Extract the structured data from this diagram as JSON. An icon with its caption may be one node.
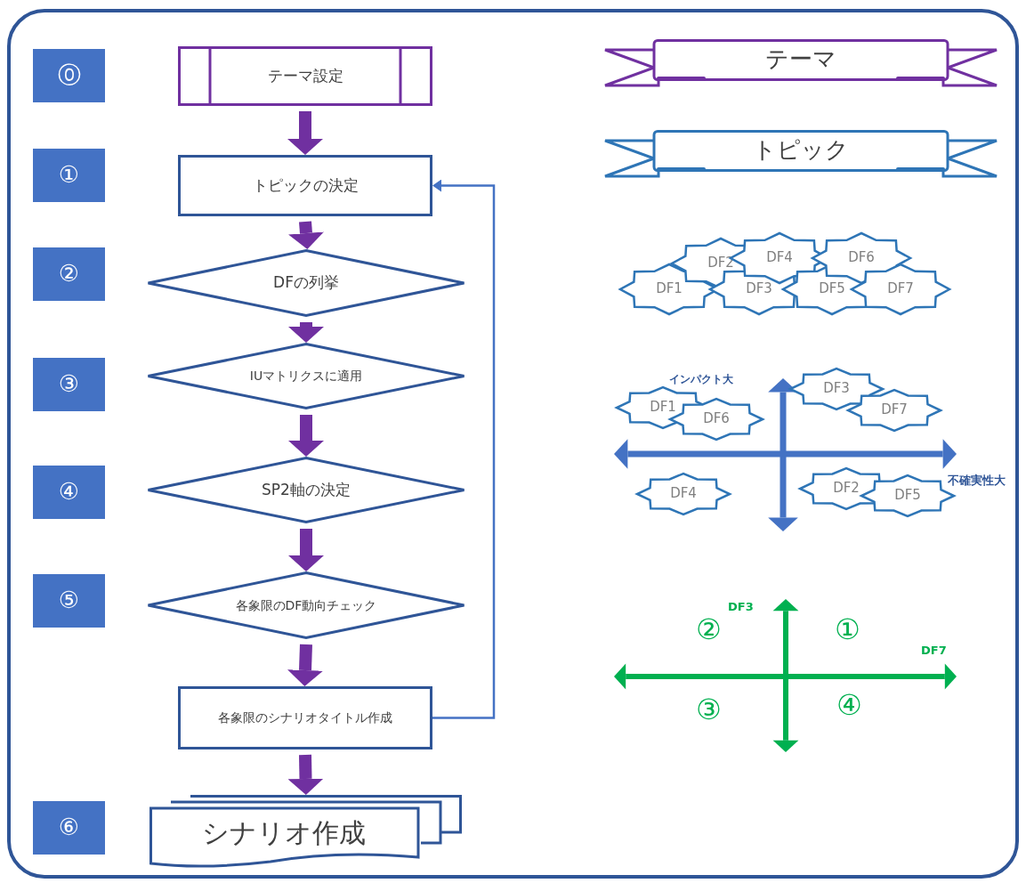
{
  "diagram": {
    "nodes": [
      {
        "text": [
          "⓪"
        ]
      },
      {
        "text": [
          "①"
        ]
      },
      {
        "text": [
          "②"
        ]
      },
      {
        "text": [
          "③"
        ]
      },
      {
        "text": [
          "④"
        ]
      },
      {
        "text": [
          "⑤"
        ]
      },
      {
        "text": [
          "⑥"
        ]
      },
      {
        "text": [
          "テーマ設定"
        ]
      },
      {
        "text": [
          "トピックの決定"
        ]
      },
      {
        "text": [
          "DFの列挙"
        ]
      },
      {
        "text": [
          "IUマトリクスに適用"
        ]
      },
      {
        "text": [
          "SP2軸の決定"
        ]
      },
      {
        "text": [
          "各象限のDF動向チェック"
        ]
      },
      {
        "text": [
          "各象限のシナリオタイトル作成"
        ]
      },
      {
        "text": [
          "シナリオ作成"
        ]
      },
      {
        "text": [
          "テーマ"
        ]
      },
      {
        "text": [
          "トピック"
        ]
      },
      {
        "text": [
          "DF1"
        ]
      },
      {
        "text": [
          "DF2"
        ]
      },
      {
        "text": [
          "DF3"
        ]
      },
      {
        "text": [
          "DF4"
        ]
      },
      {
        "text": [
          "DF5"
        ]
      },
      {
        "text": [
          "DF6"
        ]
      },
      {
        "text": [
          "DF7"
        ]
      },
      {
        "text": [
          "DF1"
        ]
      },
      {
        "text": [
          "DF6"
        ]
      },
      {
        "text": [
          "DF3"
        ]
      },
      {
        "text": [
          "DF7"
        ]
      },
      {
        "text": [
          "DF4"
        ]
      },
      {
        "text": [
          "DF2"
        ]
      },
      {
        "text": [
          "DF5"
        ]
      }
    ],
    "edges": [
      {
        "from": 7,
        "to": 8,
        "arrow": "to"
      },
      {
        "from": 8,
        "to": 9,
        "arrow": "to"
      },
      {
        "from": 9,
        "to": 10,
        "arrow": "to"
      },
      {
        "from": 10,
        "to": 11,
        "arrow": "to"
      },
      {
        "from": 11,
        "to": 12,
        "arrow": "to"
      },
      {
        "from": 12,
        "to": 13,
        "arrow": "to"
      },
      {
        "from": 13,
        "to": 14,
        "arrow": "to"
      },
      {
        "from": 13,
        "to": 8,
        "arrow": "to",
        "color": "#4472c4"
      }
    ],
    "labels": [
      "インパクト大",
      "不確実性大",
      "DF3",
      "②",
      "①",
      "DF7",
      "③",
      "④"
    ]
  }
}
